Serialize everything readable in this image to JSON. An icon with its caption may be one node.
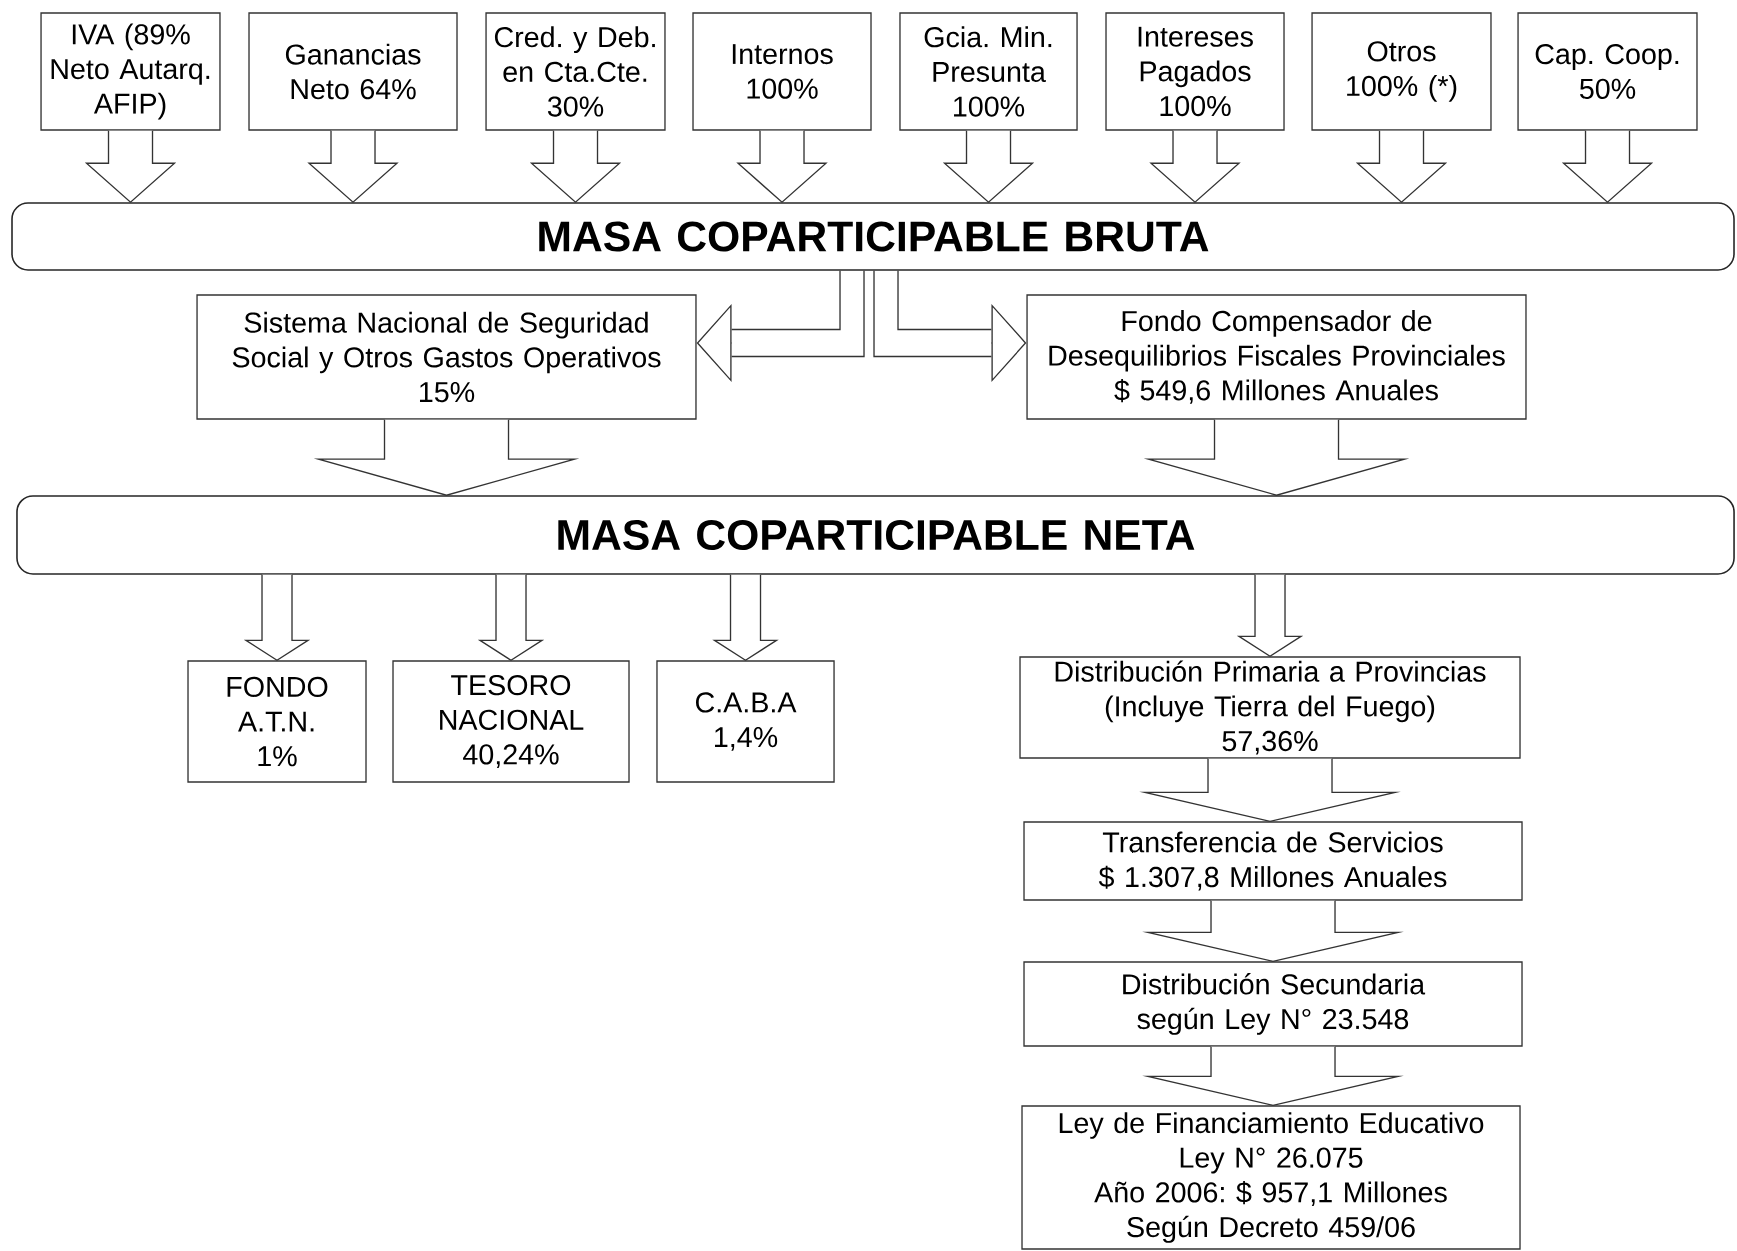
{
  "diagram": {
    "nodes": [
      {
        "text": [
          "IVA (89% Neto Autarq. AFIP)"
        ]
      },
      {
        "text": [
          "Ganancias Neto 64%"
        ]
      },
      {
        "text": [
          "Cred. y Deb. en Cta.Cte.",
          "30%"
        ]
      },
      {
        "text": [
          "Internos",
          "100%"
        ]
      },
      {
        "text": [
          "Gcia. Min. Presunta",
          "100%"
        ]
      },
      {
        "text": [
          "Intereses Pagados",
          "100%"
        ]
      },
      {
        "text": [
          "Otros",
          "100% (*)"
        ]
      },
      {
        "text": [
          "Cap. Coop.",
          "50%"
        ]
      },
      {
        "text": [
          "MASA COPARTICIPABLE BRUTA"
        ]
      },
      {
        "text": [
          "Sistema Nacional de Seguridad Social y Otros Gastos Operativos",
          "15%"
        ]
      },
      {
        "text": [
          "Fondo Compensador de Desequilibrios Fiscales Provinciales",
          "$ 549,6 Millones Anuales"
        ]
      },
      {
        "text": [
          "MASA COPARTICIPABLE NETA"
        ]
      },
      {
        "text": [
          "FONDO A.T.N.",
          "1%"
        ]
      },
      {
        "text": [
          "TESORO NACIONAL",
          "40,24%"
        ]
      },
      {
        "text": [
          "C.A.B.A",
          "1,4%"
        ]
      },
      {
        "text": [
          "Distribución Primaria a Provincias (Incluye Tierra del Fuego)",
          "57,36%"
        ]
      },
      {
        "text": [
          "Transferencia de Servicios",
          "$ 1.307,8 Millones Anuales"
        ]
      },
      {
        "text": [
          "Distribución Secundaria según Ley N° 23.548"
        ]
      },
      {
        "text": [
          "Ley de Financiamiento Educativo",
          "Ley N° 26.075",
          "Año 2006: $ 957,1 Millones",
          "Según Decreto 459/06"
        ]
      }
    ],
    "edges": [
      {
        "from": 0,
        "to": 8,
        "arrow": "to"
      },
      {
        "from": 1,
        "to": 8,
        "arrow": "to"
      },
      {
        "from": 2,
        "to": 8,
        "arrow": "to"
      },
      {
        "from": 3,
        "to": 8,
        "arrow": "to"
      },
      {
        "from": 4,
        "to": 8,
        "arrow": "to"
      },
      {
        "from": 5,
        "to": 8,
        "arrow": "to"
      },
      {
        "from": 6,
        "to": 8,
        "arrow": "to"
      },
      {
        "from": 7,
        "to": 8,
        "arrow": "to"
      },
      {
        "from": 8,
        "to": 9,
        "arrow": "to"
      },
      {
        "from": 8,
        "to": 10,
        "arrow": "to"
      },
      {
        "from": 9,
        "to": 11,
        "arrow": "to"
      },
      {
        "from": 10,
        "to": 11,
        "arrow": "to"
      },
      {
        "from": 11,
        "to": 12,
        "arrow": "to"
      },
      {
        "from": 11,
        "to": 13,
        "arrow": "to"
      },
      {
        "from": 11,
        "to": 14,
        "arrow": "to"
      },
      {
        "from": 11,
        "to": 15,
        "arrow": "to"
      },
      {
        "from": 15,
        "to": 16,
        "arrow": "to"
      },
      {
        "from": 16,
        "to": 17,
        "arrow": "to"
      },
      {
        "from": 17,
        "to": 18,
        "arrow": "to"
      }
    ]
  }
}
